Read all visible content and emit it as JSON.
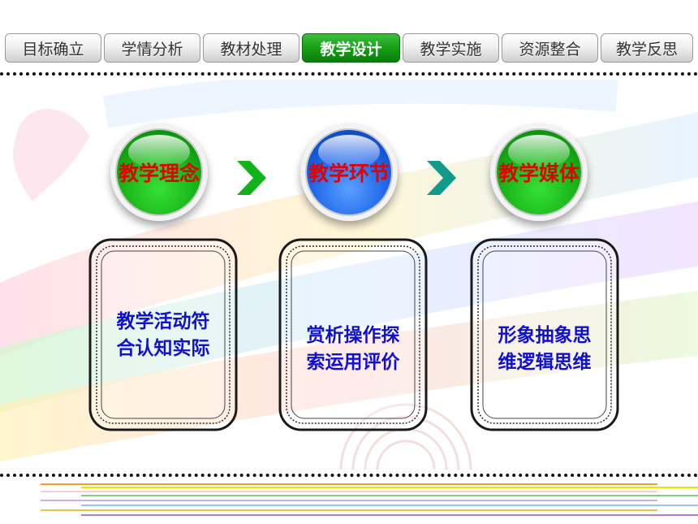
{
  "nav": {
    "tabs": [
      {
        "label": "目标确立",
        "active": false
      },
      {
        "label": "学情分析",
        "active": false
      },
      {
        "label": "教材处理",
        "active": false
      },
      {
        "label": "教学设计",
        "active": true
      },
      {
        "label": "教学实施",
        "active": false
      },
      {
        "label": "资源整合",
        "active": false
      },
      {
        "label": "教学反思",
        "active": false
      }
    ],
    "active_color": "#16a016"
  },
  "steps": [
    {
      "title": "教学理念",
      "ball_color": "green",
      "card_lines": [
        "教学活动符",
        "合认知实际"
      ]
    },
    {
      "title": "教学环节",
      "ball_color": "blue",
      "card_lines": [
        "赏析操作探",
        "索运用评价"
      ]
    },
    {
      "title": "教学媒体",
      "ball_color": "green",
      "card_lines": [
        "形象抽象思",
        "维逻辑思维"
      ]
    }
  ],
  "arrows": [
    {
      "icon": "chevron-right-icon",
      "color": "#12b21a"
    },
    {
      "icon": "chevron-right-icon",
      "color": "#0f9a8c"
    }
  ],
  "colors": {
    "title_text": "#e60000",
    "card_text": "#1010d0"
  }
}
